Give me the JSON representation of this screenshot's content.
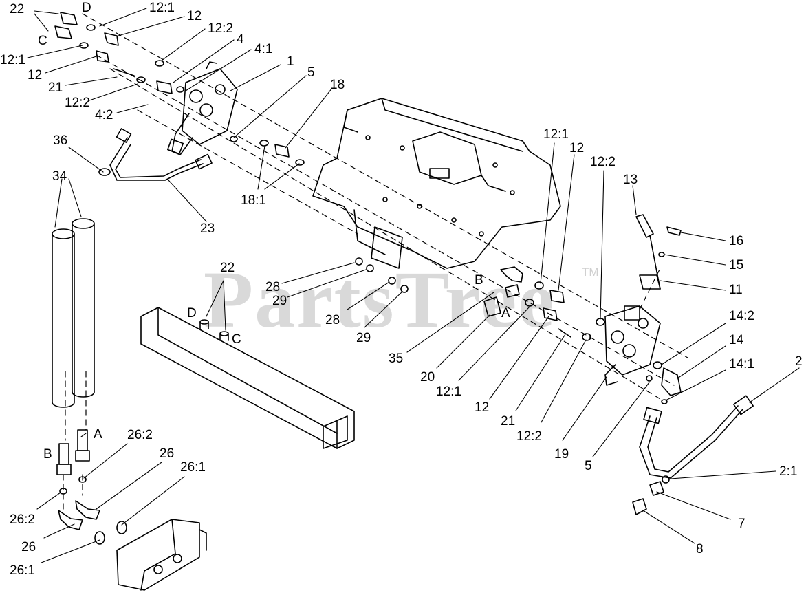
{
  "watermark": {
    "text": "PartsTree",
    "trademark": "TM"
  },
  "labels": {
    "l_22_top": "22",
    "l_D_top": "D",
    "l_12_1_a": "12:1",
    "l_12_a": "12",
    "l_C_top": "C",
    "l_12_2_a": "12:2",
    "l_12_1_b": "12:1",
    "l_4": "4",
    "l_4_1": "4:1",
    "l_12_b": "12",
    "l_21_a": "21",
    "l_1": "1",
    "l_12_2_b": "12:2",
    "l_4_2": "4:2",
    "l_5_a": "5",
    "l_18": "18",
    "l_36": "36",
    "l_34": "34",
    "l_18_1": "18:1",
    "l_23": "23",
    "l_12_1_c": "12:1",
    "l_12_c": "12",
    "l_12_2_c": "12:2",
    "l_13": "13",
    "l_16": "16",
    "l_15": "15",
    "l_11": "11",
    "l_22_mid": "22",
    "l_28_a": "28",
    "l_29_a": "29",
    "l_B_mid": "B",
    "l_28_b": "28",
    "l_29_b": "29",
    "l_D_mid": "D",
    "l_C_mid": "C",
    "l_A_mid": "A",
    "l_14_2": "14:2",
    "l_14": "14",
    "l_14_1": "14:1",
    "l_2": "2",
    "l_35": "35",
    "l_20": "20",
    "l_12_1_d": "12:1",
    "l_12_d": "12",
    "l_21_b": "21",
    "l_12_2_d": "12:2",
    "l_19": "19",
    "l_5_b": "5",
    "l_A_low": "A",
    "l_26_2_a": "26:2",
    "l_B_low": "B",
    "l_26_a": "26",
    "l_26_1_a": "26:1",
    "l_2_1": "2:1",
    "l_26_2_b": "26:2",
    "l_26_b": "26",
    "l_7": "7",
    "l_8": "8",
    "l_26_1_b": "26:1"
  }
}
